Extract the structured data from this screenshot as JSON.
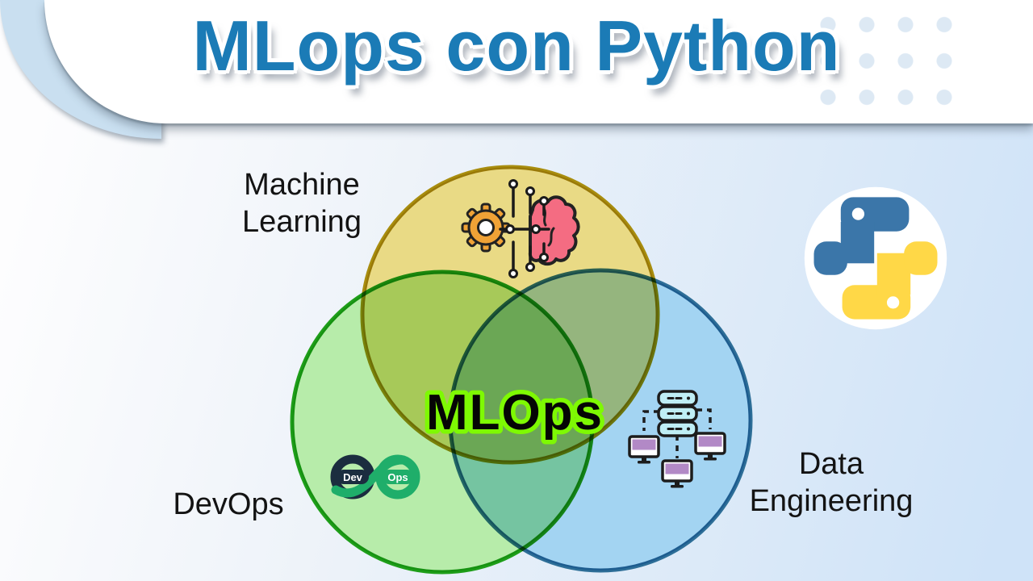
{
  "header": {
    "title": "MLops con Python"
  },
  "venn": {
    "type": "venn-diagram",
    "center_label": "MLOps",
    "sets": [
      {
        "id": "machine-learning",
        "label_lines": [
          "Machine",
          "Learning"
        ],
        "fill": "#e9da85",
        "stroke": "#a88d0e",
        "icon": "gear-brain-circuit-icon"
      },
      {
        "id": "devops",
        "label": "DevOps",
        "fill": "#b7ecaa",
        "stroke": "#1e9e19",
        "icon": "devops-infinity-icon"
      },
      {
        "id": "data-engineering",
        "label_lines": [
          "Data",
          "Engineering"
        ],
        "fill": "#a3d4f2",
        "stroke": "#2d6e97",
        "icon": "server-network-icon"
      }
    ]
  },
  "icons": {
    "devops": {
      "left_text": "Dev",
      "right_text": "Ops"
    },
    "python_logo": "python-logo"
  },
  "colors": {
    "title_blue": "#1b7bb6",
    "header_accent": "#c9dff0",
    "mlops_outline_green": "#7ef903",
    "python_blue": "#3b76a9",
    "python_yellow": "#ffd847",
    "background_right": "#cfe3f8"
  }
}
